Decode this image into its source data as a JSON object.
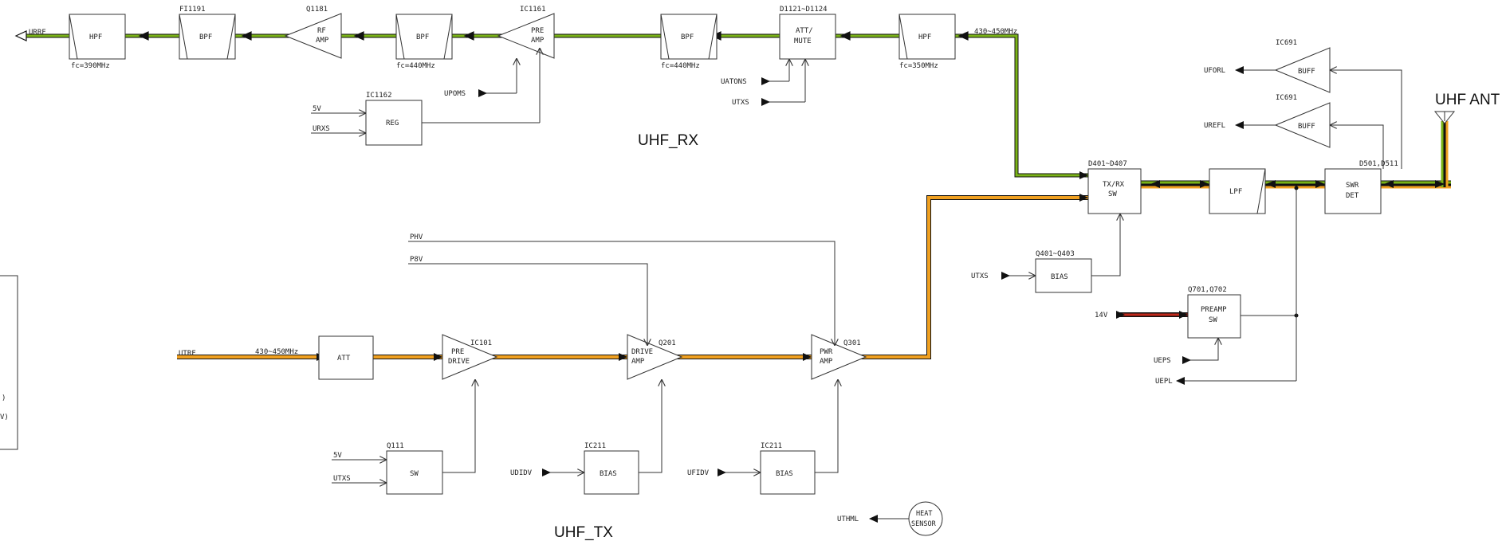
{
  "titles": {
    "rx": "UHF_RX",
    "tx": "UHF_TX",
    "ant": "UHF ANT"
  },
  "colors": {
    "rx_path": "#7ab317",
    "tx_path": "#f0a020",
    "power_path": "#c0281a"
  },
  "rx": {
    "urrf": "URRF",
    "hpf1": {
      "label": "HPF",
      "fc": "fc=390MHz"
    },
    "bpf1": {
      "label": "BPF",
      "ref": "FI1191"
    },
    "rfamp": {
      "label1": "RF",
      "label2": "AMP",
      "ref": "Q1181"
    },
    "bpf2": {
      "label": "BPF",
      "fc": "fc=440MHz"
    },
    "preamp": {
      "label1": "PRE",
      "label2": "AMP",
      "ref": "IC1161"
    },
    "bpf3": {
      "label": "BPF",
      "fc": "fc=440MHz"
    },
    "attmute": {
      "label1": "ATT/",
      "label2": "MUTE",
      "ref": "D1121~D1124"
    },
    "hpf2": {
      "label": "HPF",
      "fc": "fc=350MHz"
    },
    "freq": "430~450MHz",
    "upoms": "UPOMS",
    "uatons": "UATONS",
    "utxs": "UTXS",
    "reg": {
      "label": "REG",
      "ref": "IC1162"
    },
    "v5": "5V",
    "urxs": "URXS"
  },
  "right": {
    "buff1": {
      "label": "BUFF",
      "ref": "IC691",
      "net": "UFORL"
    },
    "buff2": {
      "label": "BUFF",
      "ref": "IC691",
      "net": "UREFL"
    },
    "txrx": {
      "label1": "TX/RX",
      "label2": "SW",
      "ref": "D401~D407"
    },
    "lpf": {
      "label": "LPF"
    },
    "swr": {
      "label1": "SWR",
      "label2": "DET",
      "ref": "D501,D511"
    },
    "bias": {
      "label": "BIAS",
      "ref": "Q401~Q403",
      "net": "UTXS"
    },
    "preampsw": {
      "label1": "PREAMP",
      "label2": "SW",
      "ref": "Q701,Q702"
    },
    "v14": "14V",
    "ueps": "UEPS",
    "uepl": "UEPL"
  },
  "tx": {
    "utrf": "UTRF",
    "freq": "430~450MHz",
    "att": "ATT",
    "predrive": {
      "label1": "PRE",
      "label2": "DRIVE",
      "ref": "IC101"
    },
    "driveamp": {
      "label1": "DRIVE",
      "label2": "AMP",
      "ref": "Q201"
    },
    "pwramp": {
      "label1": "PWR",
      "label2": "AMP",
      "ref": "Q301"
    },
    "phv": "PHV",
    "p8v": "P8V",
    "sw": {
      "label": "SW",
      "ref": "Q111"
    },
    "v5": "5V",
    "utxs": "UTXS",
    "bias1": {
      "label": "BIAS",
      "ref": "IC211",
      "net": "UDIDV"
    },
    "bias2": {
      "label": "BIAS",
      "ref": "IC211",
      "net": "UFIDV"
    },
    "heat": {
      "label1": "HEAT",
      "label2": "SENSOR",
      "net": "UTHML"
    }
  },
  "legend": {
    "line1": ")",
    "line2": "V)"
  }
}
